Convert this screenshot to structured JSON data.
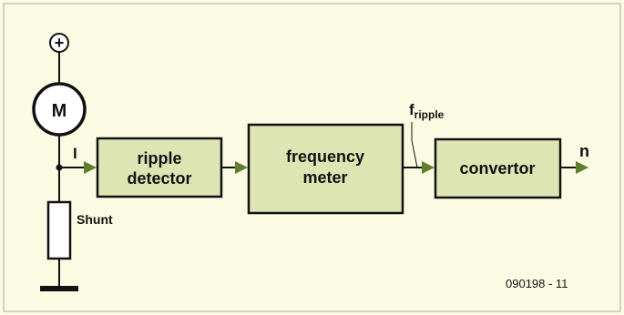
{
  "diagram": {
    "motor_supply": "+",
    "motor_label": "M",
    "current_label": "I",
    "shunt_label": "Shunt",
    "blocks": {
      "ripple_detector": [
        "ripple",
        "detector"
      ],
      "frequency_meter": [
        "frequency",
        "meter"
      ],
      "convertor": [
        "convertor"
      ]
    },
    "f_label_main": "f",
    "f_label_sub": "ripple",
    "output_label": "n",
    "figure_code": "090198 - 11"
  },
  "colors": {
    "background": "#fbfbe4",
    "block_fill": "#dde6b2",
    "stroke": "#111111",
    "arrow": "#5e7f2c"
  }
}
